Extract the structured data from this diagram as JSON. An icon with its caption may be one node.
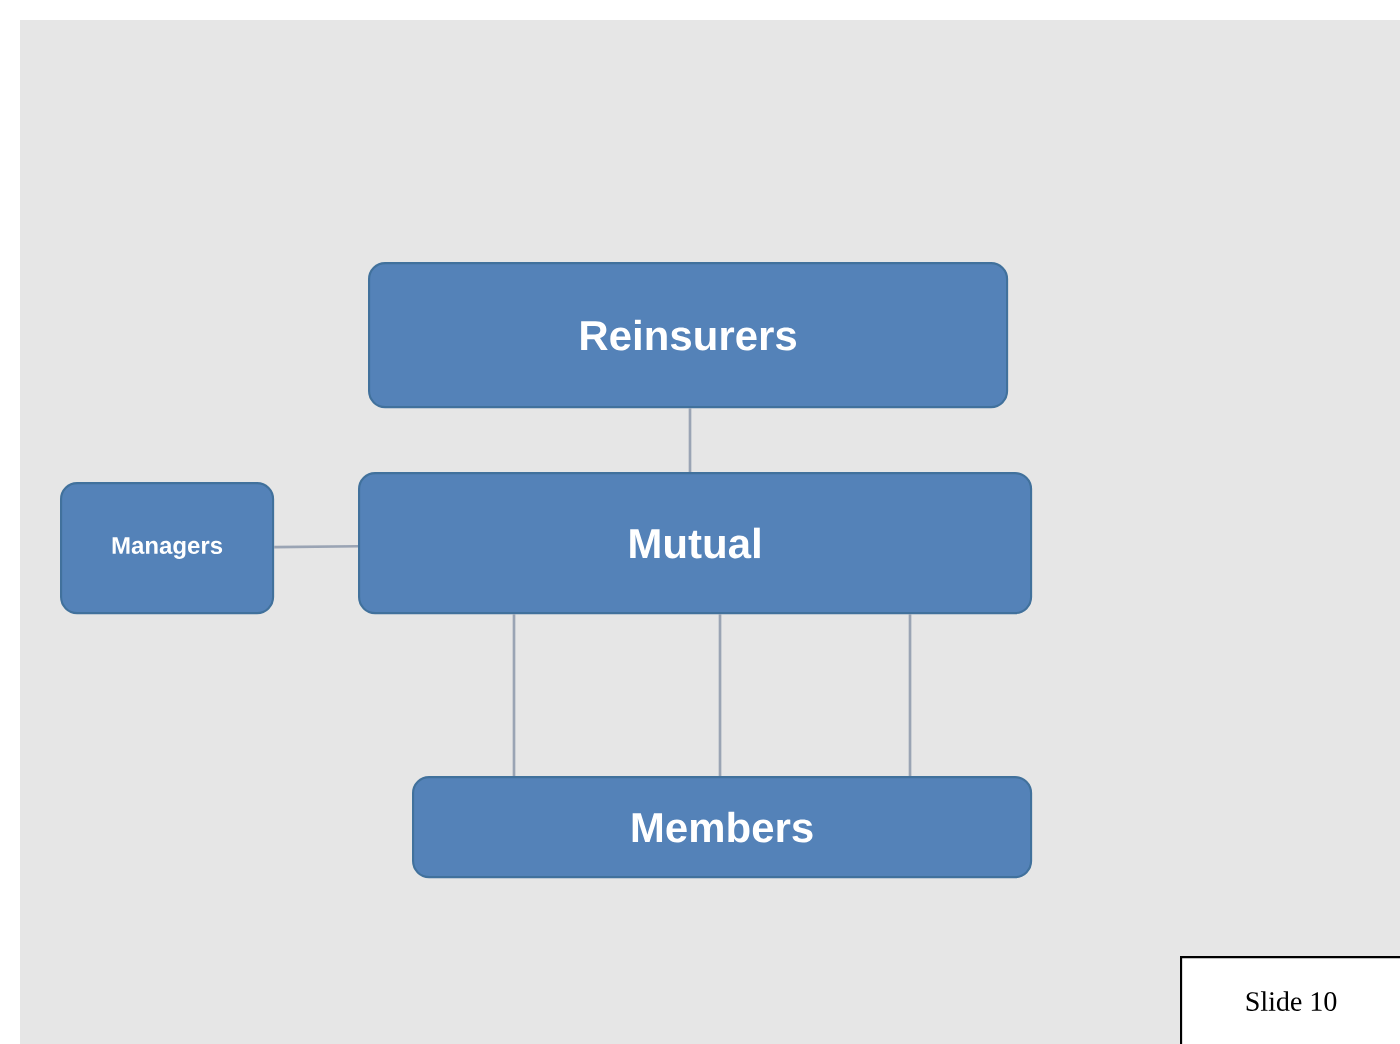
{
  "diagram": {
    "nodes": [
      {
        "text": [
          "Reinsurers"
        ]
      },
      {
        "text": [
          "Managers"
        ]
      },
      {
        "text": [
          "Mutual"
        ]
      },
      {
        "text": [
          "Members"
        ]
      },
      {
        "text": [
          "Slide 10"
        ]
      }
    ],
    "edges": [
      {
        "from": 0,
        "to": 2,
        "arrow": "none"
      },
      {
        "from": 1,
        "to": 2,
        "arrow": "none"
      },
      {
        "from": 2,
        "to": 3,
        "arrow": "none"
      },
      {
        "from": 2,
        "to": 3,
        "arrow": "none"
      },
      {
        "from": 2,
        "to": 3,
        "arrow": "none"
      }
    ]
  }
}
